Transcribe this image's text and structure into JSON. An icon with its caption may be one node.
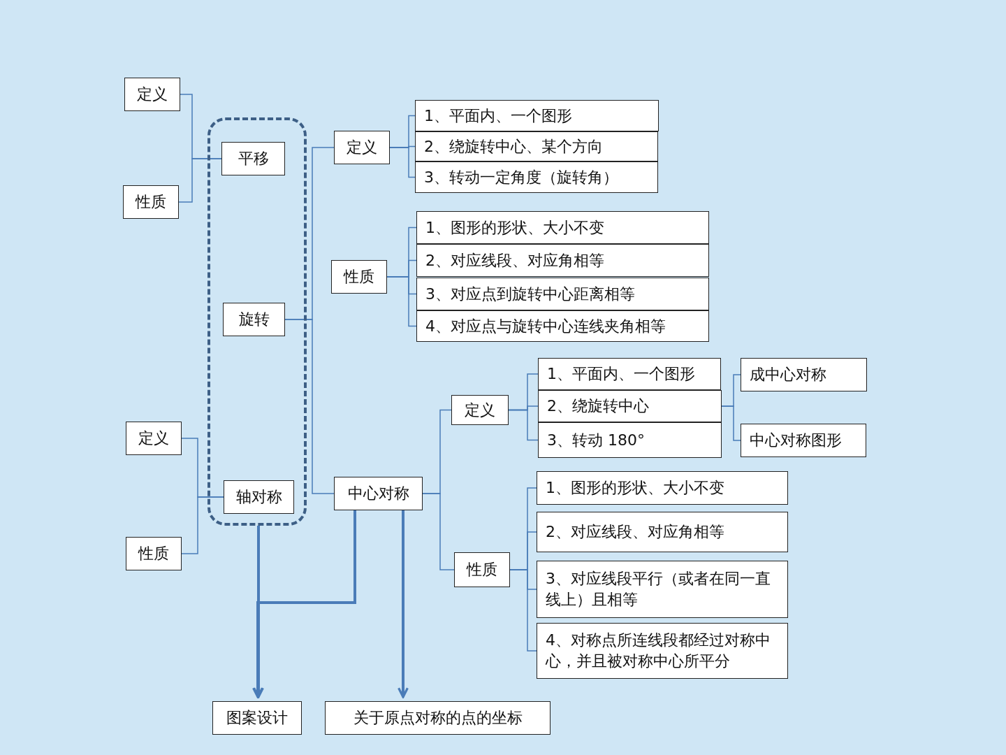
{
  "diagram": {
    "nodes": [
      {
        "text": [
          "定义"
        ]
      },
      {
        "text": [
          "性质"
        ]
      },
      {
        "text": [],
        "shape": "box"
      },
      {
        "text": [
          "平移"
        ],
        "in": 2
      },
      {
        "text": [
          "旋转"
        ],
        "in": 2
      },
      {
        "text": [
          "轴对称"
        ],
        "in": 2
      },
      {
        "text": [
          "定义"
        ]
      },
      {
        "text": [
          "1、平面内、一个图形"
        ]
      },
      {
        "text": [
          "2、绕旋转中心、某个方向"
        ]
      },
      {
        "text": [
          "3、转动一定角度（旋转角）"
        ]
      },
      {
        "text": [
          "性质"
        ]
      },
      {
        "text": [
          "1、图形的形状、大小不变"
        ]
      },
      {
        "text": [
          "2、对应线段、对应角相等"
        ]
      },
      {
        "text": [
          "3、对应点到旋转中心距离相等"
        ]
      },
      {
        "text": [
          "4、对应点与旋转中心连线夹角相等"
        ]
      },
      {
        "text": [
          "定义"
        ]
      },
      {
        "text": [
          "性质"
        ]
      },
      {
        "text": [
          "中心对称"
        ]
      },
      {
        "text": [
          "定义"
        ]
      },
      {
        "text": [
          "1、平面内、一个图形"
        ]
      },
      {
        "text": [
          "2、绕旋转中心"
        ]
      },
      {
        "text": [
          "3、转动 180°"
        ]
      },
      {
        "text": [
          "成中心对称"
        ]
      },
      {
        "text": [
          "中心对称图形"
        ]
      },
      {
        "text": [
          "性质"
        ]
      },
      {
        "text": [
          "1、图形的形状、大小不变"
        ]
      },
      {
        "text": [
          "2、对应线段、对应角相等"
        ]
      },
      {
        "text": [
          "3、对应线段平行（或者在同一直线上）且相等"
        ]
      },
      {
        "text": [
          "4、对称点所连线段都经过对称中心，并且被对称中心所平分"
        ]
      },
      {
        "text": [
          "图案设计"
        ]
      },
      {
        "text": [
          "关于原点对称的点的坐标"
        ]
      }
    ],
    "edges": [
      {
        "from": 3,
        "to": 0,
        "arrow": "none"
      },
      {
        "from": 3,
        "to": 1,
        "arrow": "none"
      },
      {
        "from": 5,
        "to": 15,
        "arrow": "none"
      },
      {
        "from": 5,
        "to": 16,
        "arrow": "none"
      },
      {
        "from": 4,
        "to": 6,
        "arrow": "none"
      },
      {
        "from": 4,
        "to": 17,
        "arrow": "none"
      },
      {
        "from": 6,
        "to": 7,
        "arrow": "none"
      },
      {
        "from": 6,
        "to": 8,
        "arrow": "none"
      },
      {
        "from": 6,
        "to": 9,
        "arrow": "none"
      },
      {
        "from": 10,
        "to": 11,
        "arrow": "none"
      },
      {
        "from": 10,
        "to": 12,
        "arrow": "none"
      },
      {
        "from": 10,
        "to": 13,
        "arrow": "none"
      },
      {
        "from": 10,
        "to": 14,
        "arrow": "none"
      },
      {
        "from": 17,
        "to": 18,
        "arrow": "none"
      },
      {
        "from": 17,
        "to": 24,
        "arrow": "none"
      },
      {
        "from": 18,
        "to": 19,
        "arrow": "none"
      },
      {
        "from": 18,
        "to": 20,
        "arrow": "none"
      },
      {
        "from": 18,
        "to": 21,
        "arrow": "none"
      },
      {
        "from": 20,
        "to": 22,
        "arrow": "none"
      },
      {
        "from": 20,
        "to": 23,
        "arrow": "none"
      },
      {
        "from": 24,
        "to": 25,
        "arrow": "none"
      },
      {
        "from": 24,
        "to": 26,
        "arrow": "none"
      },
      {
        "from": 24,
        "to": 27,
        "arrow": "none"
      },
      {
        "from": 24,
        "to": 28,
        "arrow": "none"
      },
      {
        "from": 2,
        "to": 29,
        "arrow": "to",
        "style": "thick"
      },
      {
        "from": 17,
        "to": 29,
        "arrow": "to",
        "style": "thick"
      },
      {
        "from": 17,
        "to": 30,
        "arrow": "to",
        "style": "thick"
      }
    ]
  }
}
